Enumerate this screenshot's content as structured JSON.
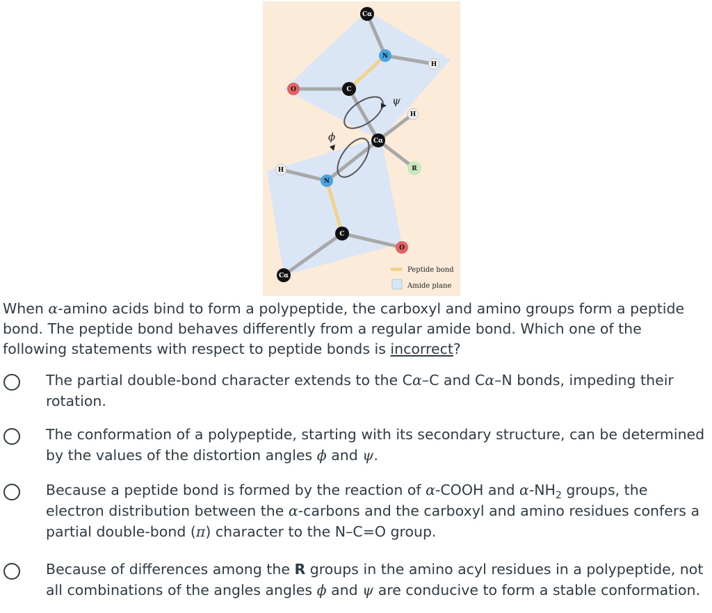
{
  "figure": {
    "atoms": {
      "ca": "Cα",
      "n": "N",
      "c": "C",
      "o": "O",
      "h": "H",
      "r": "R"
    },
    "angles": {
      "psi": "ψ",
      "phi": "ϕ"
    },
    "legend": {
      "peptide_bond": "Peptide bond",
      "amide_plane": "Amide plane"
    },
    "colors": {
      "background": "#fcebd9",
      "amide_plane": "#d6e6f7",
      "peptide_bond": "#f2d38c",
      "oxygen": "#e06464",
      "nitrogen": "#4aa3df",
      "carbon": "#111111",
      "hydrogen": "#eeeeee",
      "r_group": "#c9e8bf"
    }
  },
  "question": {
    "part1": "When ",
    "alpha": "α",
    "part2": "-amino acids bind to form a polypeptide, the carboxyl and amino groups form a peptide bond. The peptide bond behaves differently from a regular amide bond. Which one of the following statements with respect to peptide bonds is ",
    "underlined": "incorrect",
    "end": "?"
  },
  "options": [
    {
      "t1": "The partial double-bond character extends to the C",
      "a1": "α",
      "t2": "–C and C",
      "a2": "α",
      "t3": "–N bonds, impeding their rotation."
    },
    {
      "t1": "The conformation of a polypeptide, starting with its secondary structure, can be determined by the values of the distortion angles ",
      "phi": "ϕ",
      "t2": " and ",
      "psi": "ψ",
      "t3": "."
    },
    {
      "t1": "Because a peptide bond is formed by the reaction of ",
      "a1": "α",
      "t2": "-COOH and ",
      "a2": "α",
      "t3": "-NH",
      "sub": "2",
      "t4": " groups, the electron distribution between the ",
      "a3": "α",
      "t5": "-carbons and the carboxyl and amino residues confers a partial double-bond (",
      "pi": "π",
      "t6": ") character to the N–C=O group."
    },
    {
      "t1": "Because of differences among the ",
      "bold": "R",
      "t2": " groups in the amino acyl residues in a polypeptide, not all combinations of the angles angles ",
      "phi": "ϕ",
      "t3": " and ",
      "psi": "ψ",
      "t4": " are conducive to form a stable conformation."
    }
  ]
}
